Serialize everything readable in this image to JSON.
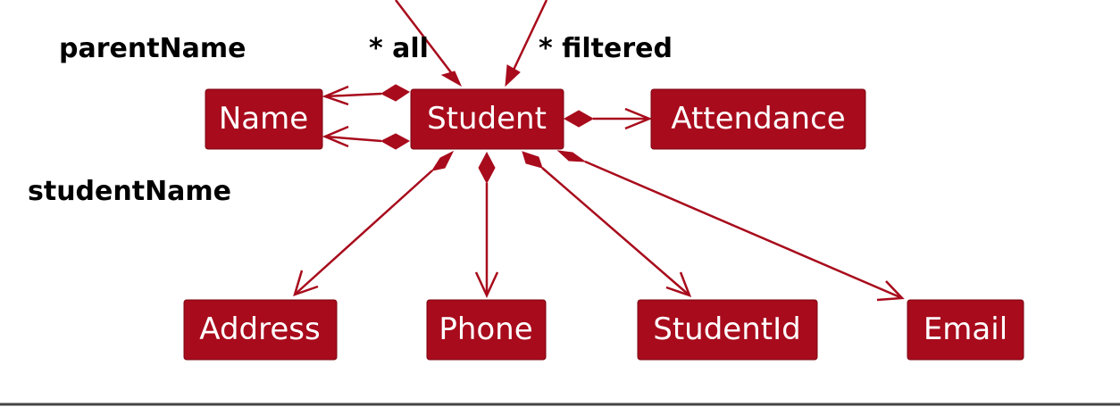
{
  "colors": {
    "box_fill": "#a80b1c",
    "box_border": "#7c0612",
    "box_text": "#ffffff",
    "edge": "#a80b1c",
    "label_text": "#000000",
    "rule": "#444444"
  },
  "classes": {
    "name": "Name",
    "student": "Student",
    "attendance": "Attendance",
    "address": "Address",
    "phone": "Phone",
    "student_id": "StudentId",
    "email": "Email"
  },
  "edge_labels": {
    "parent_name": "parentName",
    "student_name": "studentName",
    "all": "* all",
    "filtered": "* filtered"
  }
}
